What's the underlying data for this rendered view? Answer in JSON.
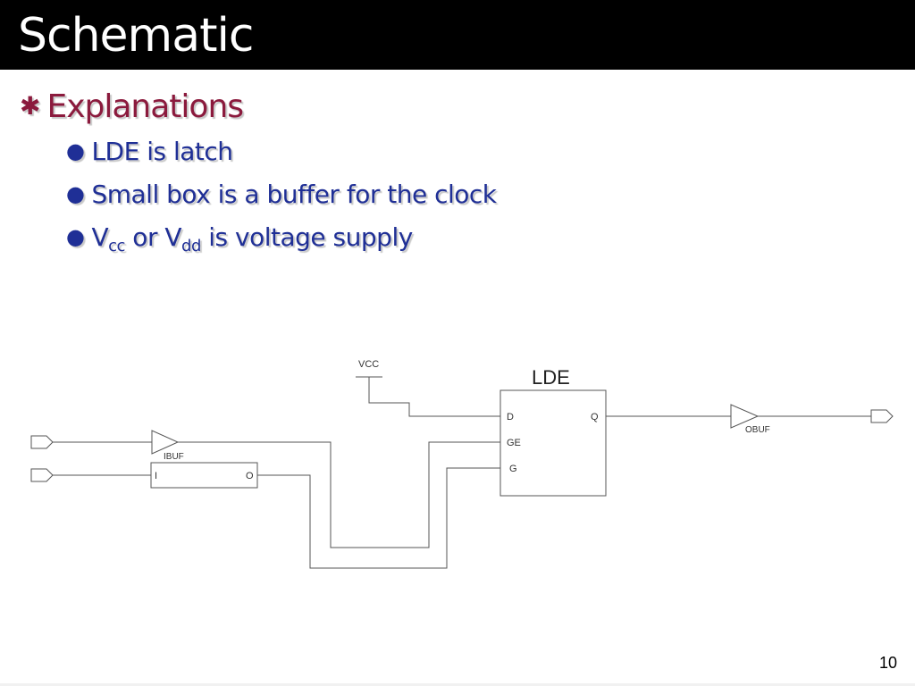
{
  "slide": {
    "title": "Schematic",
    "page_number": "10"
  },
  "bullets": {
    "heading_icon": "asterisk-bullet-icon",
    "heading": "Explanations",
    "items": [
      {
        "text": "LDE is latch"
      },
      {
        "text": "Small box is a buffer for the clock"
      },
      {
        "v1": "V",
        "s1": "cc",
        "mid": " or ",
        "v2": "V",
        "s2": "dd",
        "end": " is voltage supply"
      }
    ]
  },
  "schematic": {
    "vcc_label": "VCC",
    "latch": {
      "name": "LDE",
      "pin_d": "D",
      "pin_ge": "GE",
      "pin_g": "G",
      "pin_q": "Q"
    },
    "ibuf_label": "IBUF",
    "clock_buffer": {
      "pin_in": "I",
      "pin_out": "O"
    },
    "obuf_label": "OBUF"
  },
  "colors": {
    "heading": "#8b1a3d",
    "bullet_text": "#1f2f96",
    "title_bar": "#000000",
    "wire": "#555555"
  }
}
